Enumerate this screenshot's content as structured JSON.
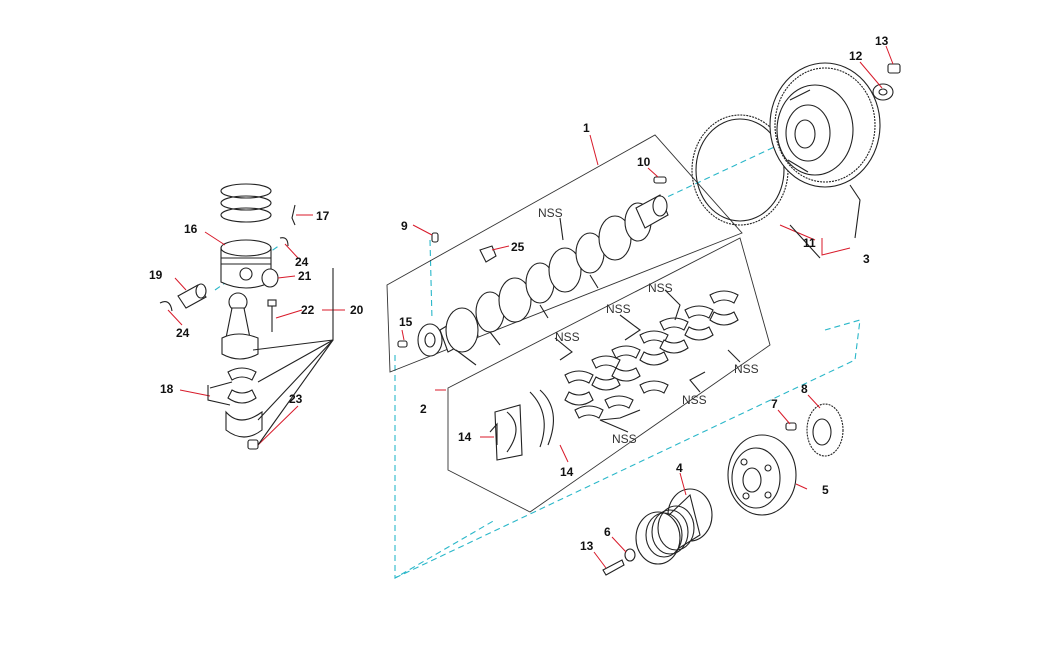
{
  "callouts": {
    "c1": "1",
    "c2": "2",
    "c3": "3",
    "c4": "4",
    "c5": "5",
    "c6": "6",
    "c7": "7",
    "c8": "8",
    "c9": "9",
    "c10": "10",
    "c11": "11",
    "c12": "12",
    "c13a": "13",
    "c13b": "13",
    "c14a": "14",
    "c14b": "14",
    "c15": "15",
    "c16": "16",
    "c17": "17",
    "c18": "18",
    "c19": "19",
    "c20": "20",
    "c21": "21",
    "c22": "22",
    "c23": "23",
    "c24a": "24",
    "c24b": "24",
    "c25": "25"
  },
  "nss_labels": {
    "n1": "NSS",
    "n2": "NSS",
    "n3": "NSS",
    "n4": "NSS",
    "n5": "NSS",
    "n6": "NSS",
    "n7": "NSS"
  },
  "colors": {
    "leader_line": "#d81a2a",
    "center_line": "#2ab7c9",
    "part_outline": "#222222"
  }
}
